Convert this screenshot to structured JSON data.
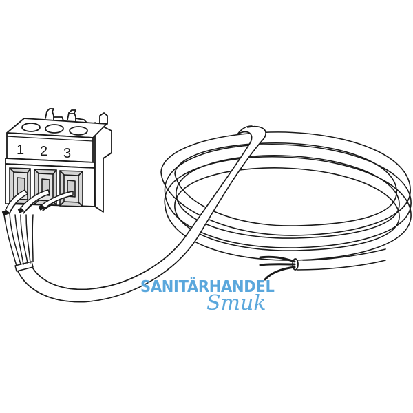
{
  "illustration": {
    "subject": "3-pin terminal block connector with cable",
    "pin_labels": [
      "1",
      "2",
      "3"
    ],
    "colors": {
      "line": "#1a1a1a",
      "fill": "#ffffff",
      "recess": "#d4d4d4",
      "wire_core": "#1a1a1a"
    }
  },
  "watermark": {
    "line1": "SANITÄRHANDEL",
    "line2": "Smuk",
    "color": "#5aa7dc"
  }
}
